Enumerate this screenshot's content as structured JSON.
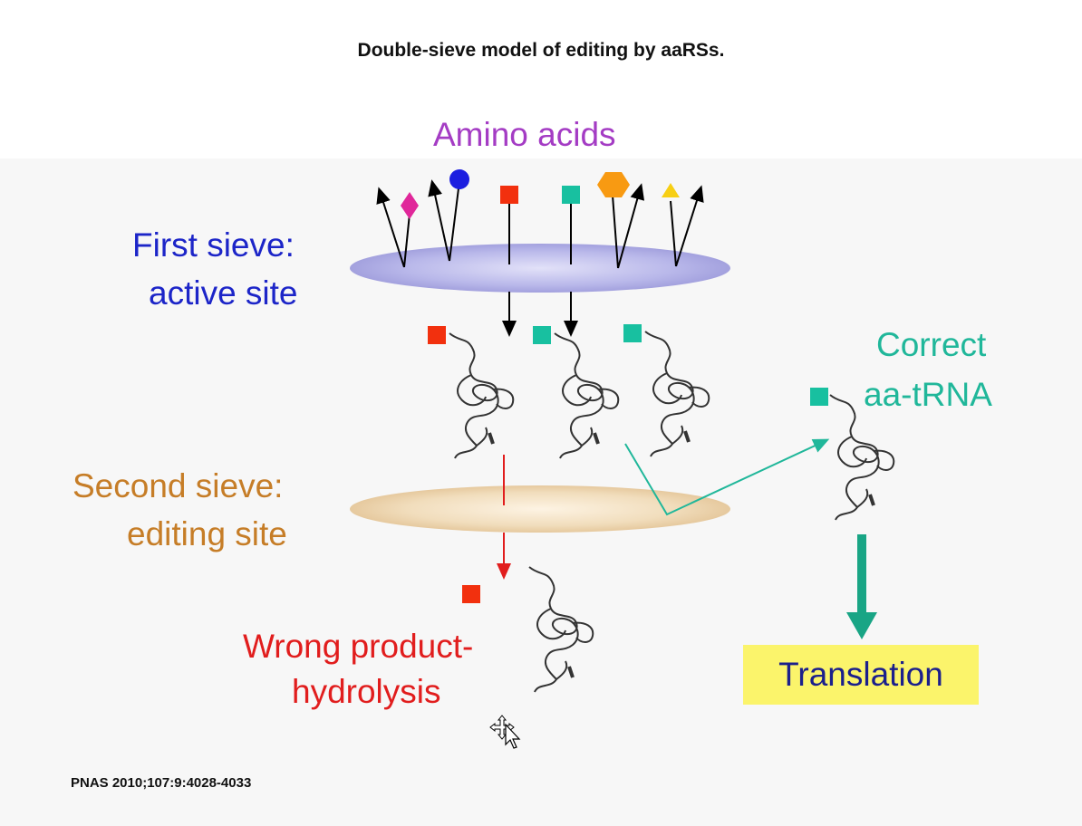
{
  "title": "Double-sieve model of editing by aaRSs.",
  "labels": {
    "amino_acids": "Amino acids",
    "first_sieve_line1": "First sieve:",
    "first_sieve_line2": "active site",
    "second_sieve_line1": "Second sieve:",
    "second_sieve_line2": "editing site",
    "correct_line1": "Correct",
    "correct_line2": "aa-tRNA",
    "wrong_line1": "Wrong product-",
    "wrong_line2": "hydrolysis",
    "translation": "Translation"
  },
  "citation": "PNAS 2010;107:9:4028-4033",
  "colors": {
    "amino_acids": "#a43cc4",
    "first_sieve": "#1c25c8",
    "second_sieve": "#c67d27",
    "correct": "#20b79a",
    "wrong": "#e11d1d",
    "translation_box": "#fbf46b",
    "translation_text": "#1b1f8c"
  }
}
